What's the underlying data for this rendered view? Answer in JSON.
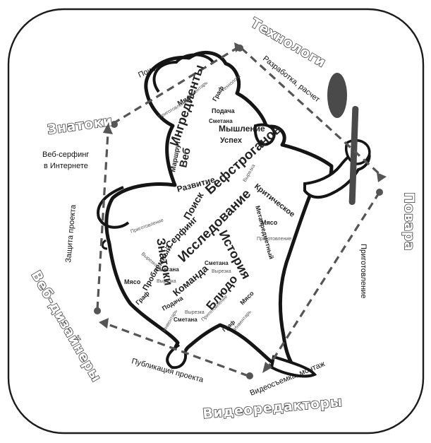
{
  "roles": {
    "znatoki": "Знатоки",
    "tekhnologi": "Технологи",
    "povara": "Повара",
    "videoredaktory": "Видеоредакторы",
    "vebdizainery": "Веб-дизайнеры"
  },
  "steps": {
    "poisk": "Поиск",
    "razrabotka": "Разработка, расчет",
    "veb_surfing_1": "Веб-серфинг",
    "veb_surfing_2": "в Интернете",
    "zashchita": "Защита проекта",
    "prigotovlenie": "Приготовление",
    "videosemka": "Видеосъемка, монтаж",
    "publikatsiya": "Публикация проекта"
  },
  "cloud_words": {
    "ingredienty": "Ингредиенты",
    "myshlenie": "Мышление",
    "uspekh": "Успех",
    "beefstroganov": "Бефстроганов",
    "kriticheskoe": "Критическое",
    "issledovanie": "Исследование",
    "istoriya": "История",
    "poisk": "Поиск",
    "razvitie": "Развитие",
    "veb": "Веб",
    "znatoki": "Знатоки",
    "serfing": "Серфинг",
    "komanda": "Команда",
    "blyudo": "Блюдо",
    "problemnyi": "Проблемный",
    "marshrut": "Маршрут",
    "metapredmetnyi": "Метапредметный",
    "podacha": "Подача",
    "smetana": "Сметана",
    "myaso": "Мясо",
    "graf": "Граф",
    "vyrezka": "Вырезка",
    "prigotovlenie": "Приготовление",
    "tekhnologi": "Технологи",
    "inventar": "Инвентарь"
  }
}
